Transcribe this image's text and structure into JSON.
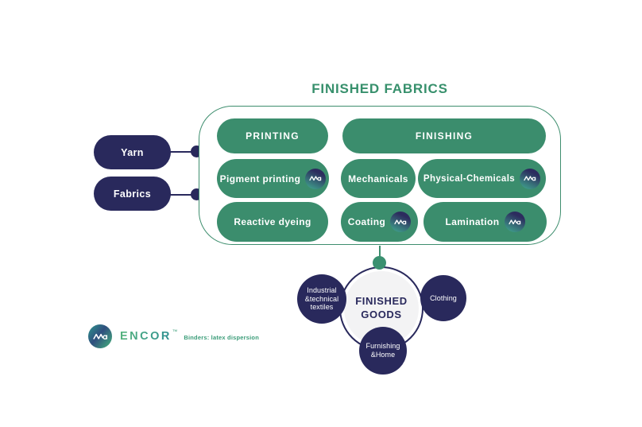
{
  "title": "FINISHED FABRICS",
  "colors": {
    "green": "#3B8D6D",
    "green_border": "#3E8E6E",
    "navy": "#29295C",
    "teal": "#3F9E8B",
    "goods_fill": "#F3F3F4"
  },
  "icons": {
    "wave": "encor-wave-icon"
  },
  "inputs": {
    "yarn": "Yarn",
    "fabrics": "Fabrics"
  },
  "pills": {
    "printing_header": "PRINTING",
    "finishing_header": "FINISHING",
    "pigment_printing": "Pigment printing",
    "mechanicals": "Mechanicals",
    "physical_chemicals": "Physical-Chemicals",
    "reactive_dyeing": "Reactive dyeing",
    "coating": "Coating",
    "lamination": "Lamination"
  },
  "finished_goods": {
    "line1": "FINISHED",
    "line2": "GOODS",
    "satellites": {
      "industrial": {
        "line1": "Industrial",
        "line2": "&technical",
        "line3": "textiles"
      },
      "clothing": {
        "line1": "Clothing"
      },
      "furnishing": {
        "line1": "Furnishing",
        "line2": "&Home"
      }
    }
  },
  "footer": {
    "brand": "ENCOR",
    "trademark": "™",
    "tagline": "Binders: latex dispersion"
  }
}
